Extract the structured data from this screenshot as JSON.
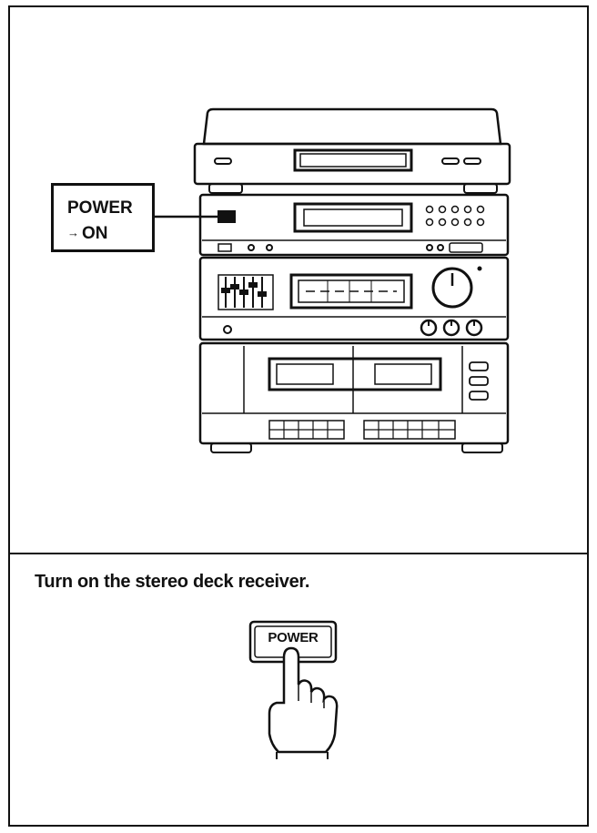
{
  "callout": {
    "line1": "POWER",
    "line2": "ON",
    "arrow_glyph": "→"
  },
  "instruction": "Turn on the stereo deck receiver.",
  "power_button_label": "POWER",
  "colors": {
    "ink": "#111111",
    "paper": "#ffffff"
  }
}
